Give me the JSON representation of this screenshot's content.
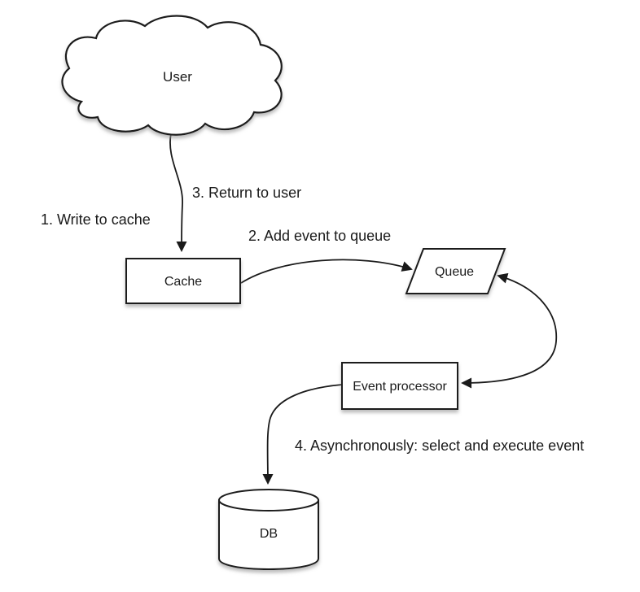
{
  "diagram": {
    "type": "flow-diagram",
    "colors": {
      "background": "#ffffff",
      "stroke": "#1a1a1a",
      "shape_fill": "#ffffff",
      "text": "#1a1a1a",
      "shadow": "#999999"
    },
    "nodes": {
      "user": {
        "label": "User",
        "shape": "cloud"
      },
      "cache": {
        "label": "Cache",
        "shape": "rectangle"
      },
      "queue": {
        "label": "Queue",
        "shape": "parallelogram"
      },
      "event_processor": {
        "label": "Event processor",
        "shape": "rectangle"
      },
      "db": {
        "label": "DB",
        "shape": "cylinder"
      }
    },
    "edges": [
      {
        "id": "user-to-cache",
        "from": "user",
        "to": "cache",
        "bidirectional": false,
        "labels": [
          "1. Write to cache",
          "3. Return to user"
        ]
      },
      {
        "id": "cache-to-queue",
        "from": "cache",
        "to": "queue",
        "bidirectional": false,
        "labels": [
          "2. Add event to queue"
        ]
      },
      {
        "id": "queue-to-event-processor",
        "from": "queue",
        "to": "event_processor",
        "bidirectional": true,
        "labels": []
      },
      {
        "id": "event-processor-to-db",
        "from": "event_processor",
        "to": "db",
        "bidirectional": false,
        "labels": [
          "4. Asynchronously: select and execute event"
        ]
      }
    ]
  }
}
